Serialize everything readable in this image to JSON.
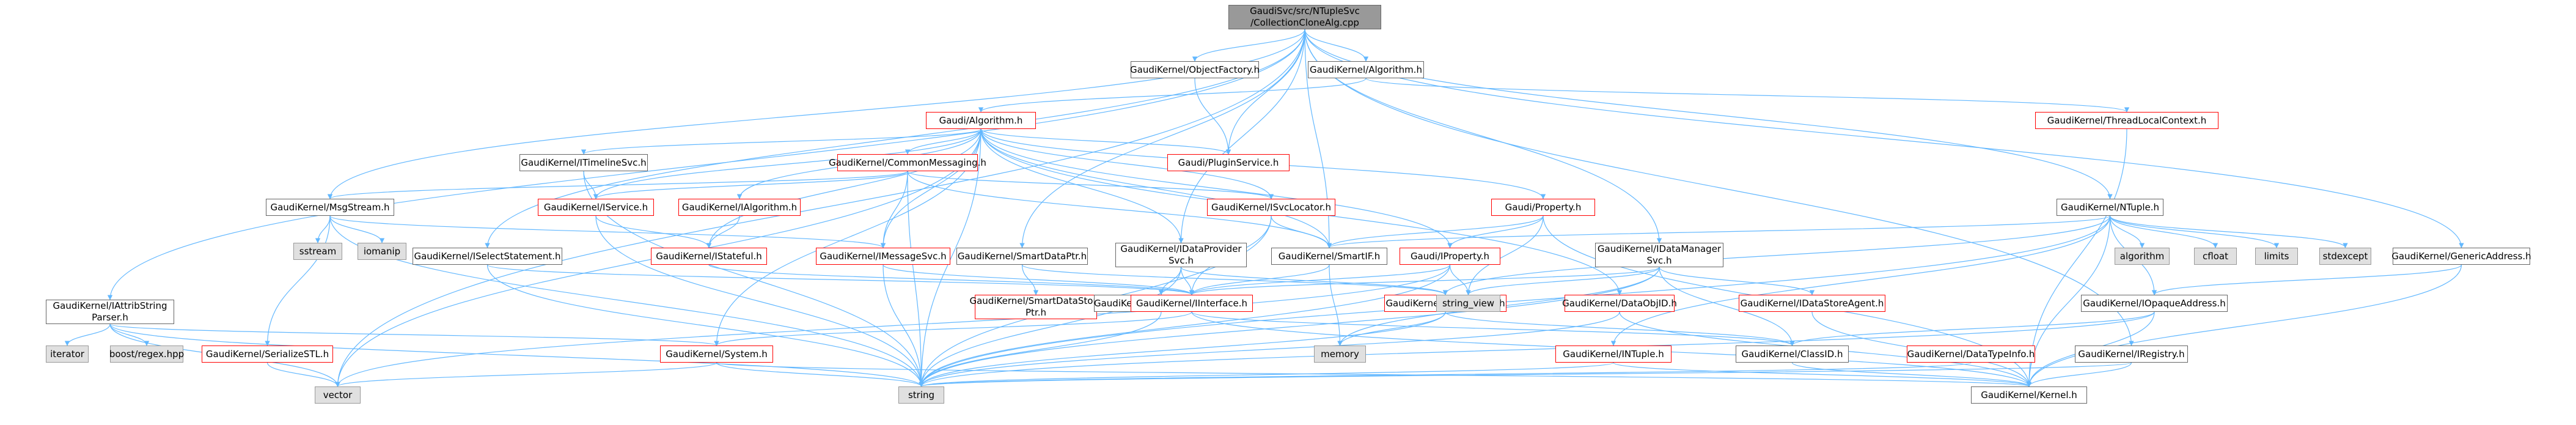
{
  "nodes": [
    {
      "id": "root",
      "label": "GaudiSvc/src/NTupleSvc\n/CollectionCloneAlg.cpp",
      "style": "root"
    },
    {
      "id": "objfactory",
      "label": "GaudiKernel/ObjectFactory.h",
      "style": "normal"
    },
    {
      "id": "algorithmh",
      "label": "GaudiKernel/Algorithm.h",
      "style": "normal"
    },
    {
      "id": "gaudialg",
      "label": "Gaudi/Algorithm.h",
      "style": "red"
    },
    {
      "id": "threadlocal",
      "label": "GaudiKernel/ThreadLocalContext.h",
      "style": "red"
    },
    {
      "id": "ntupleh",
      "label": "GaudiKernel/NTuple.h",
      "style": "normal"
    },
    {
      "id": "genericaddr",
      "label": "GaudiKernel/GenericAddress.h",
      "style": "normal"
    },
    {
      "id": "attrib",
      "label": "GaudiKernel/IAttribString\nParser.h",
      "style": "normal"
    },
    {
      "id": "msgstream",
      "label": "GaudiKernel/MsgStream.h",
      "style": "normal"
    },
    {
      "id": "iselect",
      "label": "GaudiKernel/ISelectStatement.h",
      "style": "normal"
    },
    {
      "id": "itimeline",
      "label": "GaudiKernel/ITimelineSvc.h",
      "style": "normal"
    },
    {
      "id": "commonmsg",
      "label": "GaudiKernel/CommonMessaging.h",
      "style": "red"
    },
    {
      "id": "pluginsvc",
      "label": "Gaudi/PluginService.h",
      "style": "red"
    },
    {
      "id": "iservice",
      "label": "GaudiKernel/IService.h",
      "style": "red"
    },
    {
      "id": "ialgorithm",
      "label": "GaudiKernel/IAlgorithm.h",
      "style": "red"
    },
    {
      "id": "isvclocator",
      "label": "GaudiKernel/ISvcLocator.h",
      "style": "red"
    },
    {
      "id": "property",
      "label": "Gaudi/Property.h",
      "style": "red"
    },
    {
      "id": "istateful",
      "label": "GaudiKernel/IStateful.h",
      "style": "red"
    },
    {
      "id": "imessagesvc",
      "label": "GaudiKernel/IMessageSvc.h",
      "style": "red"
    },
    {
      "id": "smartdataptr",
      "label": "GaudiKernel/SmartDataPtr.h",
      "style": "normal"
    },
    {
      "id": "idataprovider",
      "label": "GaudiKernel/IDataProvider\nSvc.h",
      "style": "normal"
    },
    {
      "id": "smartif",
      "label": "GaudiKernel/SmartIF.h",
      "style": "normal"
    },
    {
      "id": "iproperty",
      "label": "Gaudi/IProperty.h",
      "style": "red"
    },
    {
      "id": "idatamanager",
      "label": "GaudiKernel/IDataManager\nSvc.h",
      "style": "normal"
    },
    {
      "id": "smartdatastore",
      "label": "GaudiKernel/SmartDataStore\nPtr.h",
      "style": "red"
    },
    {
      "id": "datastoreitem",
      "label": "GaudiKernel/DataStoreItem.h",
      "style": "normal"
    },
    {
      "id": "iinterface",
      "label": "GaudiKernel/IInterface.h",
      "style": "red"
    },
    {
      "id": "dataobject",
      "label": "GaudiKernel/DataObject.h",
      "style": "red"
    },
    {
      "id": "dataobjid",
      "label": "GaudiKernel/DataObjID.h",
      "style": "red"
    },
    {
      "id": "idatastoreagent",
      "label": "GaudiKernel/IDataStoreAgent.h",
      "style": "red"
    },
    {
      "id": "iopaque",
      "label": "GaudiKernel/IOpaqueAddress.h",
      "style": "normal"
    },
    {
      "id": "serializestl",
      "label": "GaudiKernel/SerializeSTL.h",
      "style": "red"
    },
    {
      "id": "system",
      "label": "GaudiKernel/System.h",
      "style": "red"
    },
    {
      "id": "intuple",
      "label": "GaudiKernel/INTuple.h",
      "style": "red"
    },
    {
      "id": "classid",
      "label": "GaudiKernel/ClassID.h",
      "style": "normal"
    },
    {
      "id": "datatypeinfo",
      "label": "GaudiKernel/DataTypeInfo.h",
      "style": "red"
    },
    {
      "id": "iregistry",
      "label": "GaudiKernel/IRegistry.h",
      "style": "normal"
    },
    {
      "id": "kernel",
      "label": "GaudiKernel/Kernel.h",
      "style": "normal"
    },
    {
      "id": "iterator",
      "label": "iterator",
      "style": "gray"
    },
    {
      "id": "boostregex",
      "label": "boost/regex.hpp",
      "style": "gray"
    },
    {
      "id": "sstream",
      "label": "sstream",
      "style": "gray"
    },
    {
      "id": "iomanip",
      "label": "iomanip",
      "style": "gray"
    },
    {
      "id": "stringview",
      "label": "string_view",
      "style": "gray"
    },
    {
      "id": "memory",
      "label": "memory",
      "style": "gray"
    },
    {
      "id": "vector",
      "label": "vector",
      "style": "gray"
    },
    {
      "id": "string",
      "label": "string",
      "style": "gray"
    },
    {
      "id": "algorithm",
      "label": "algorithm",
      "style": "gray"
    },
    {
      "id": "cfloat",
      "label": "cfloat",
      "style": "gray"
    },
    {
      "id": "limits",
      "label": "limits",
      "style": "gray"
    },
    {
      "id": "stdexcept",
      "label": "stdexcept",
      "style": "gray"
    }
  ],
  "edges": [
    [
      "root",
      "objfactory"
    ],
    [
      "root",
      "algorithmh"
    ],
    [
      "root",
      "ntupleh"
    ],
    [
      "root",
      "genericaddr"
    ],
    [
      "root",
      "attrib"
    ],
    [
      "root",
      "msgstream"
    ],
    [
      "root",
      "iselect"
    ],
    [
      "root",
      "smartdataptr"
    ],
    [
      "root",
      "idataprovider"
    ],
    [
      "root",
      "idatamanager"
    ],
    [
      "root",
      "smartif"
    ],
    [
      "root",
      "iregistry"
    ],
    [
      "root",
      "vector"
    ],
    [
      "root",
      "pluginsvc"
    ],
    [
      "objfactory",
      "pluginsvc"
    ],
    [
      "algorithmh",
      "gaudialg"
    ],
    [
      "algorithmh",
      "threadlocal"
    ],
    [
      "gaudialg",
      "itimeline"
    ],
    [
      "gaudialg",
      "commonmsg"
    ],
    [
      "gaudialg",
      "pluginsvc"
    ],
    [
      "gaudialg",
      "iservice"
    ],
    [
      "gaudialg",
      "ialgorithm"
    ],
    [
      "gaudialg",
      "isvclocator"
    ],
    [
      "gaudialg",
      "property"
    ],
    [
      "gaudialg",
      "istateful"
    ],
    [
      "gaudialg",
      "imessagesvc"
    ],
    [
      "gaudialg",
      "idataprovider"
    ],
    [
      "gaudialg",
      "smartif"
    ],
    [
      "gaudialg",
      "iproperty"
    ],
    [
      "gaudialg",
      "dataobjid"
    ],
    [
      "gaudialg",
      "system"
    ],
    [
      "gaudialg",
      "vector"
    ],
    [
      "gaudialg",
      "string"
    ],
    [
      "threadlocal",
      "kernel"
    ],
    [
      "itimeline",
      "iservice"
    ],
    [
      "itimeline",
      "string"
    ],
    [
      "commonmsg",
      "msgstream"
    ],
    [
      "commonmsg",
      "imessagesvc"
    ],
    [
      "commonmsg",
      "iservice"
    ],
    [
      "commonmsg",
      "isvclocator"
    ],
    [
      "commonmsg",
      "smartif"
    ],
    [
      "commonmsg",
      "string"
    ],
    [
      "msgstream",
      "imessagesvc"
    ],
    [
      "msgstream",
      "serializestl"
    ],
    [
      "msgstream",
      "sstream"
    ],
    [
      "msgstream",
      "iomanip"
    ],
    [
      "msgstream",
      "string"
    ],
    [
      "iservice",
      "istateful"
    ],
    [
      "iservice",
      "string"
    ],
    [
      "ialgorithm",
      "istateful"
    ],
    [
      "istateful",
      "iinterface"
    ],
    [
      "isvclocator",
      "smartif"
    ],
    [
      "isvclocator",
      "iinterface"
    ],
    [
      "isvclocator",
      "string"
    ],
    [
      "property",
      "iproperty"
    ],
    [
      "property",
      "smartif"
    ],
    [
      "property",
      "stringview"
    ],
    [
      "property",
      "kernel"
    ],
    [
      "iproperty",
      "iinterface"
    ],
    [
      "iproperty",
      "stringview"
    ],
    [
      "iproperty",
      "string"
    ],
    [
      "iproperty",
      "vector"
    ],
    [
      "imessagesvc",
      "iinterface"
    ],
    [
      "imessagesvc",
      "string"
    ],
    [
      "smartdataptr",
      "smartdatastore"
    ],
    [
      "smartdataptr",
      "dataobject"
    ],
    [
      "idataprovider",
      "datastoreitem"
    ],
    [
      "idataprovider",
      "iinterface"
    ],
    [
      "idataprovider",
      "dataobject"
    ],
    [
      "idataprovider",
      "string"
    ],
    [
      "smartif",
      "iinterface"
    ],
    [
      "smartif",
      "memory"
    ],
    [
      "idatamanager",
      "iinterface"
    ],
    [
      "idatamanager",
      "idatastoreagent"
    ],
    [
      "idatamanager",
      "classid"
    ],
    [
      "idatamanager",
      "stringview"
    ],
    [
      "idatamanager",
      "string"
    ],
    [
      "idatamanager",
      "memory"
    ],
    [
      "iselect",
      "iinterface"
    ],
    [
      "iselect",
      "string"
    ],
    [
      "datastoreitem",
      "string"
    ],
    [
      "iinterface",
      "system"
    ],
    [
      "iinterface",
      "classid"
    ],
    [
      "iinterface",
      "kernel"
    ],
    [
      "dataobject",
      "classid"
    ],
    [
      "dataobject",
      "memory"
    ],
    [
      "dataobject",
      "string"
    ],
    [
      "dataobject",
      "stringview"
    ],
    [
      "dataobjid",
      "string"
    ],
    [
      "dataobjid",
      "kernel"
    ],
    [
      "idatastoreagent",
      "kernel"
    ],
    [
      "ntupleh",
      "algorithm"
    ],
    [
      "ntupleh",
      "cfloat"
    ],
    [
      "ntupleh",
      "limits"
    ],
    [
      "ntupleh",
      "stdexcept"
    ],
    [
      "ntupleh",
      "dataobject"
    ],
    [
      "ntupleh",
      "intuple"
    ],
    [
      "ntupleh",
      "iopaque"
    ],
    [
      "ntupleh",
      "smartif"
    ],
    [
      "ntupleh",
      "string"
    ],
    [
      "ntupleh",
      "kernel"
    ],
    [
      "genericaddr",
      "iopaque"
    ],
    [
      "genericaddr",
      "kernel"
    ],
    [
      "iopaque",
      "string"
    ],
    [
      "iopaque",
      "kernel"
    ],
    [
      "iopaque",
      "classid"
    ],
    [
      "attrib",
      "system"
    ],
    [
      "attrib",
      "iterator"
    ],
    [
      "attrib",
      "boostregex"
    ],
    [
      "attrib",
      "string"
    ],
    [
      "attrib",
      "vector"
    ],
    [
      "serializestl",
      "vector"
    ],
    [
      "system",
      "kernel"
    ],
    [
      "system",
      "string"
    ],
    [
      "system",
      "vector"
    ],
    [
      "intuple",
      "string"
    ],
    [
      "intuple",
      "kernel"
    ],
    [
      "classid",
      "kernel"
    ],
    [
      "datatypeinfo",
      "string"
    ],
    [
      "iregistry",
      "kernel"
    ],
    [
      "iregistry",
      "string"
    ]
  ]
}
